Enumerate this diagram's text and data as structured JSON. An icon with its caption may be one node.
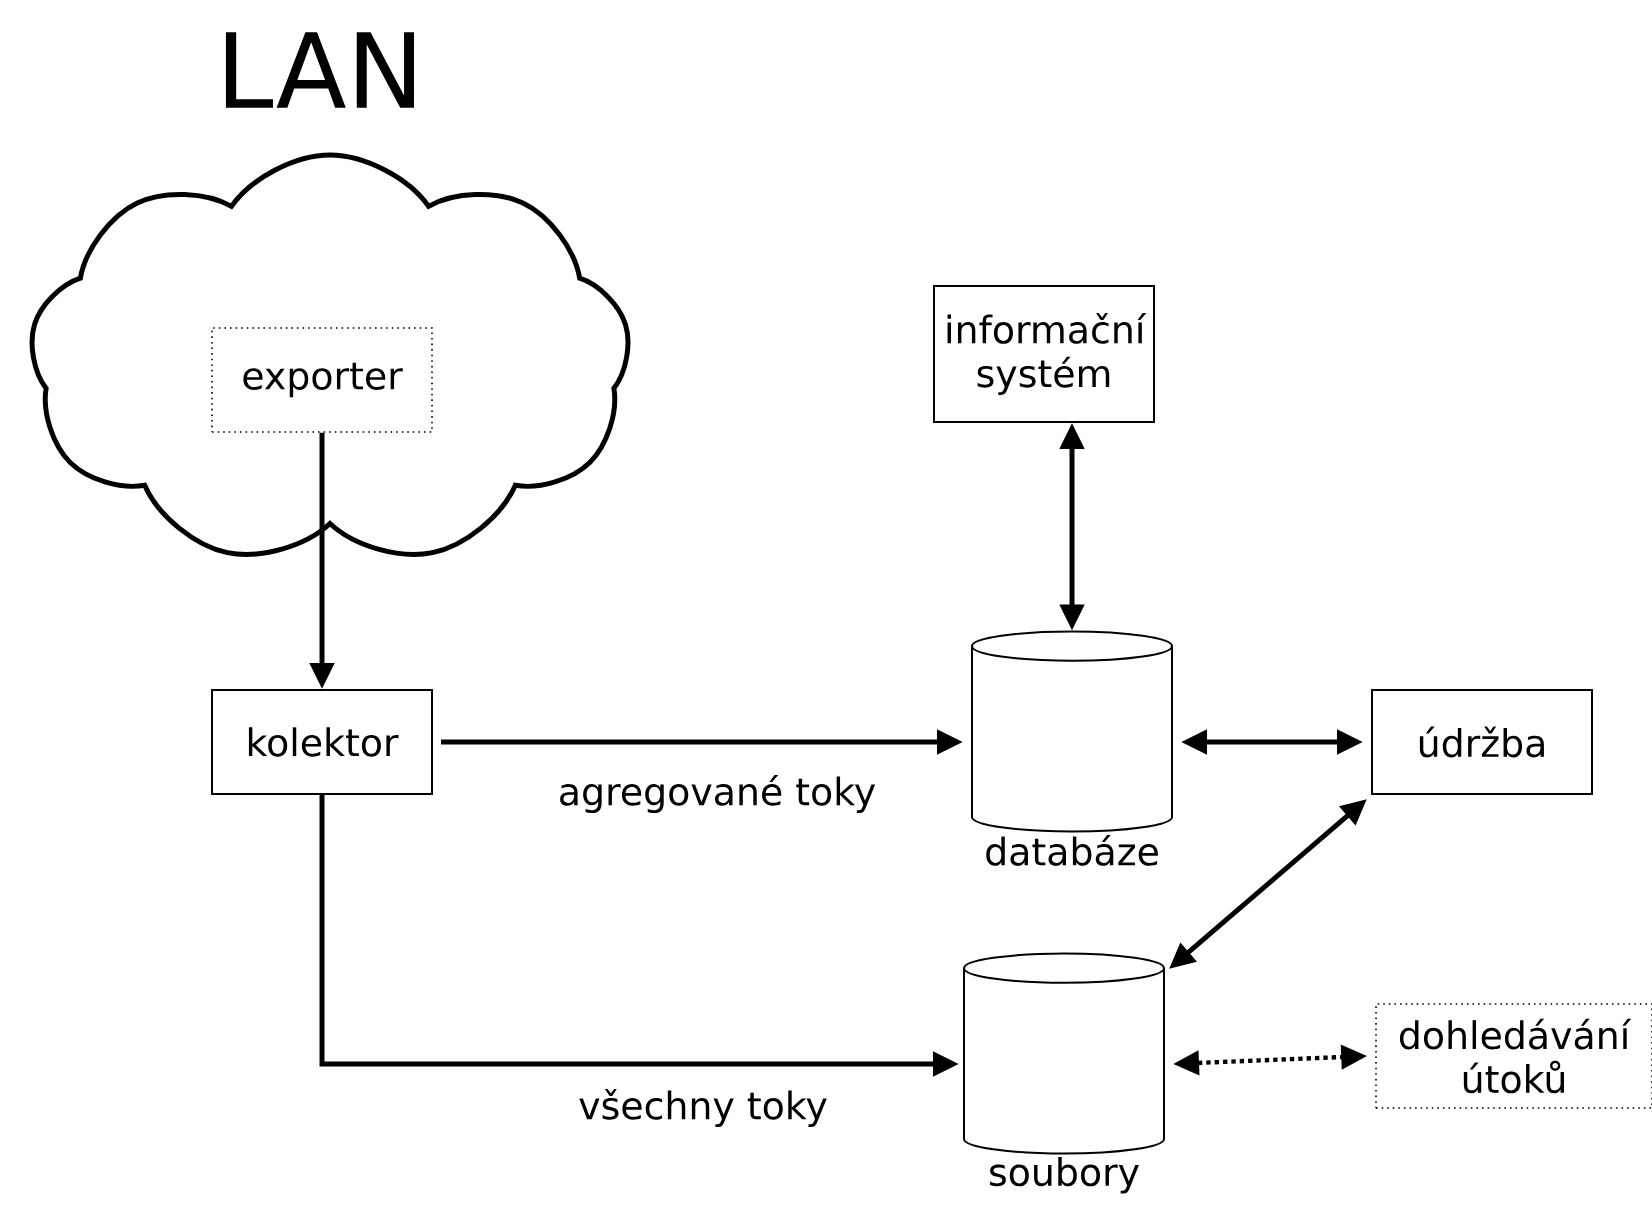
{
  "diagram": {
    "nodes": [
      {
        "text": [
          "LAN"
        ]
      },
      {
        "text": [
          "exporter"
        ],
        "in": 0
      },
      {
        "text": [
          "informační systém"
        ]
      },
      {
        "text": [
          "kolektor"
        ]
      },
      {
        "text": [
          "databáze"
        ]
      },
      {
        "text": [
          "údržba"
        ]
      },
      {
        "text": [
          "soubory"
        ]
      },
      {
        "text": [
          "dohledávání útoků"
        ]
      }
    ],
    "edges": [
      {
        "from": 1,
        "to": 3,
        "arrow": "to"
      },
      {
        "from": 3,
        "to": 4,
        "arrow": "to",
        "label": "agregované toky"
      },
      {
        "from": 3,
        "to": 6,
        "arrow": "to",
        "label": "všechny toky"
      },
      {
        "from": 2,
        "to": 4,
        "arrow": "both"
      },
      {
        "from": 4,
        "to": 5,
        "arrow": "both"
      },
      {
        "from": 5,
        "to": 6,
        "arrow": "both"
      },
      {
        "from": 6,
        "to": 7,
        "arrow": "both",
        "style": "dashed"
      }
    ]
  }
}
